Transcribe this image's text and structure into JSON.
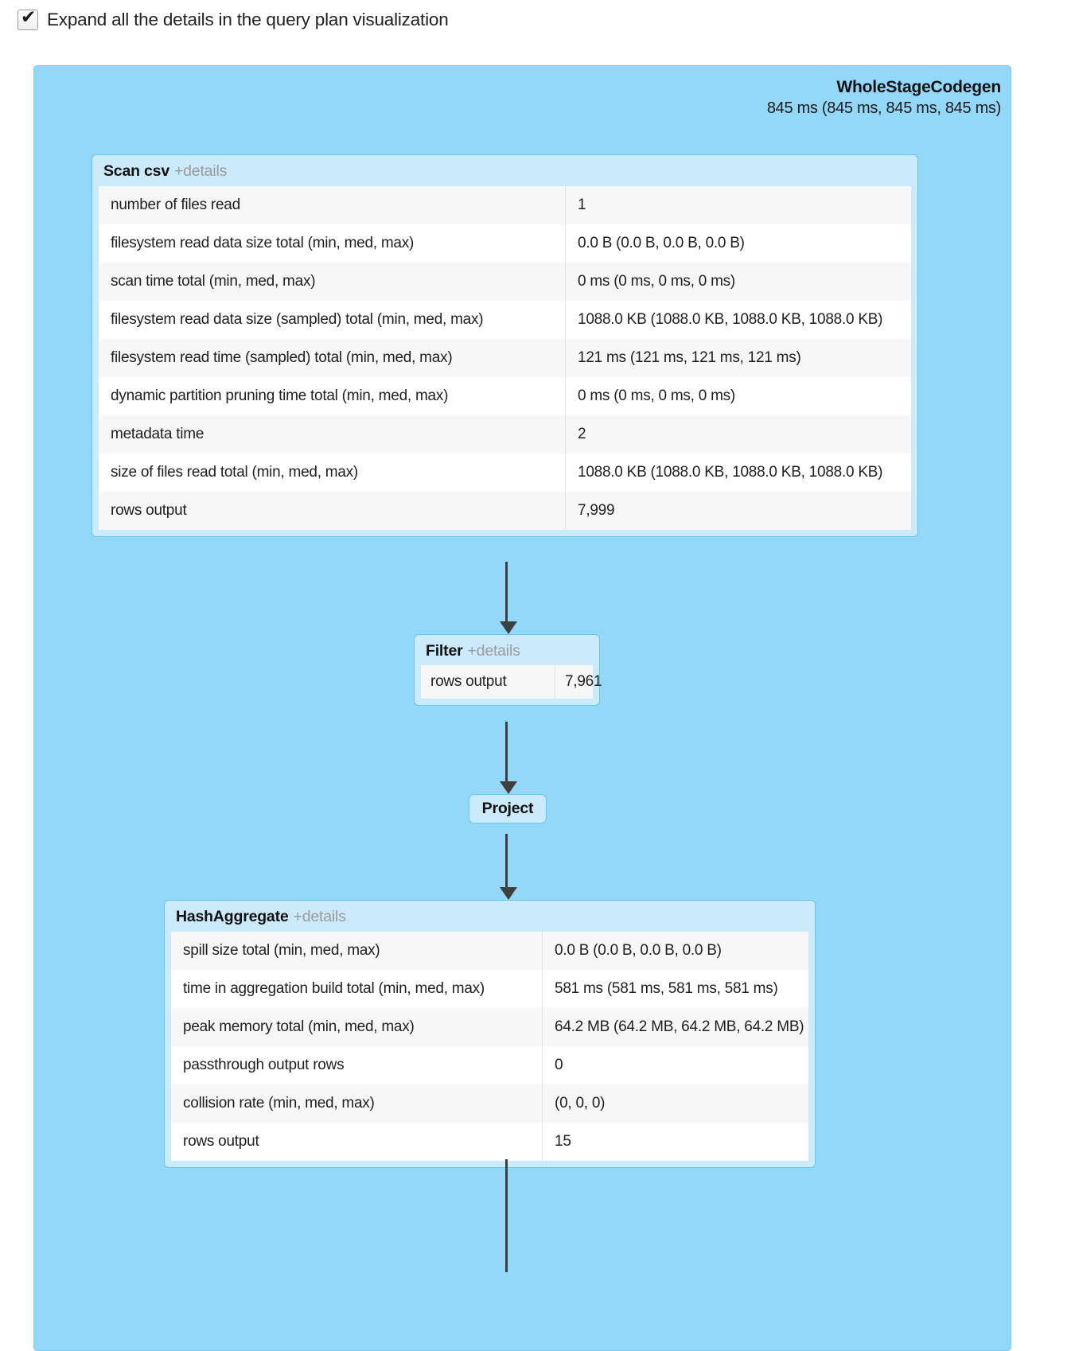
{
  "expand_option": {
    "label": "Expand all the details in the query plan visualization",
    "checked": true,
    "check_glyph": "✔"
  },
  "colors": {
    "codegen_bg": "#93d7f9",
    "node_bg": "#cbeafc",
    "node_border": "#66c8f2",
    "details_link": "#9b9b9b",
    "arrow": "#3f3f3f"
  },
  "codegen": {
    "title": "WholeStageCodegen",
    "duration": "845 ms (845 ms, 845 ms, 845 ms)"
  },
  "nodes": {
    "scan": {
      "name": "Scan csv",
      "details_label": "+details",
      "metrics": [
        {
          "key": "number of files read",
          "value": "1"
        },
        {
          "key": "filesystem read data size total (min, med, max)",
          "value": "0.0 B (0.0 B, 0.0 B, 0.0 B)"
        },
        {
          "key": "scan time total (min, med, max)",
          "value": "0 ms (0 ms, 0 ms, 0 ms)"
        },
        {
          "key": "filesystem read data size (sampled) total (min, med, max)",
          "value": "1088.0 KB (1088.0 KB, 1088.0 KB, 1088.0 KB)"
        },
        {
          "key": "filesystem read time (sampled) total (min, med, max)",
          "value": "121 ms (121 ms, 121 ms, 121 ms)"
        },
        {
          "key": "dynamic partition pruning time total (min, med, max)",
          "value": "0 ms (0 ms, 0 ms, 0 ms)"
        },
        {
          "key": "metadata time",
          "value": "2"
        },
        {
          "key": "size of files read total (min, med, max)",
          "value": "1088.0 KB (1088.0 KB, 1088.0 KB, 1088.0 KB)"
        },
        {
          "key": "rows output",
          "value": "7,999"
        }
      ]
    },
    "filter": {
      "name": "Filter",
      "details_label": "+details",
      "metrics": [
        {
          "key": "rows output",
          "value": "7,961"
        }
      ]
    },
    "project": {
      "name": "Project",
      "details_label": "",
      "metrics": []
    },
    "hashaggregate": {
      "name": "HashAggregate",
      "details_label": "+details",
      "metrics": [
        {
          "key": "spill size total (min, med, max)",
          "value": "0.0 B (0.0 B, 0.0 B, 0.0 B)"
        },
        {
          "key": "time in aggregation build total (min, med, max)",
          "value": "581 ms (581 ms, 581 ms, 581 ms)"
        },
        {
          "key": "peak memory total (min, med, max)",
          "value": "64.2 MB (64.2 MB, 64.2 MB, 64.2 MB)"
        },
        {
          "key": "passthrough output rows",
          "value": "0"
        },
        {
          "key": "collision rate (min, med, max)",
          "value": "(0, 0, 0)"
        },
        {
          "key": "rows output",
          "value": "15"
        }
      ]
    }
  }
}
